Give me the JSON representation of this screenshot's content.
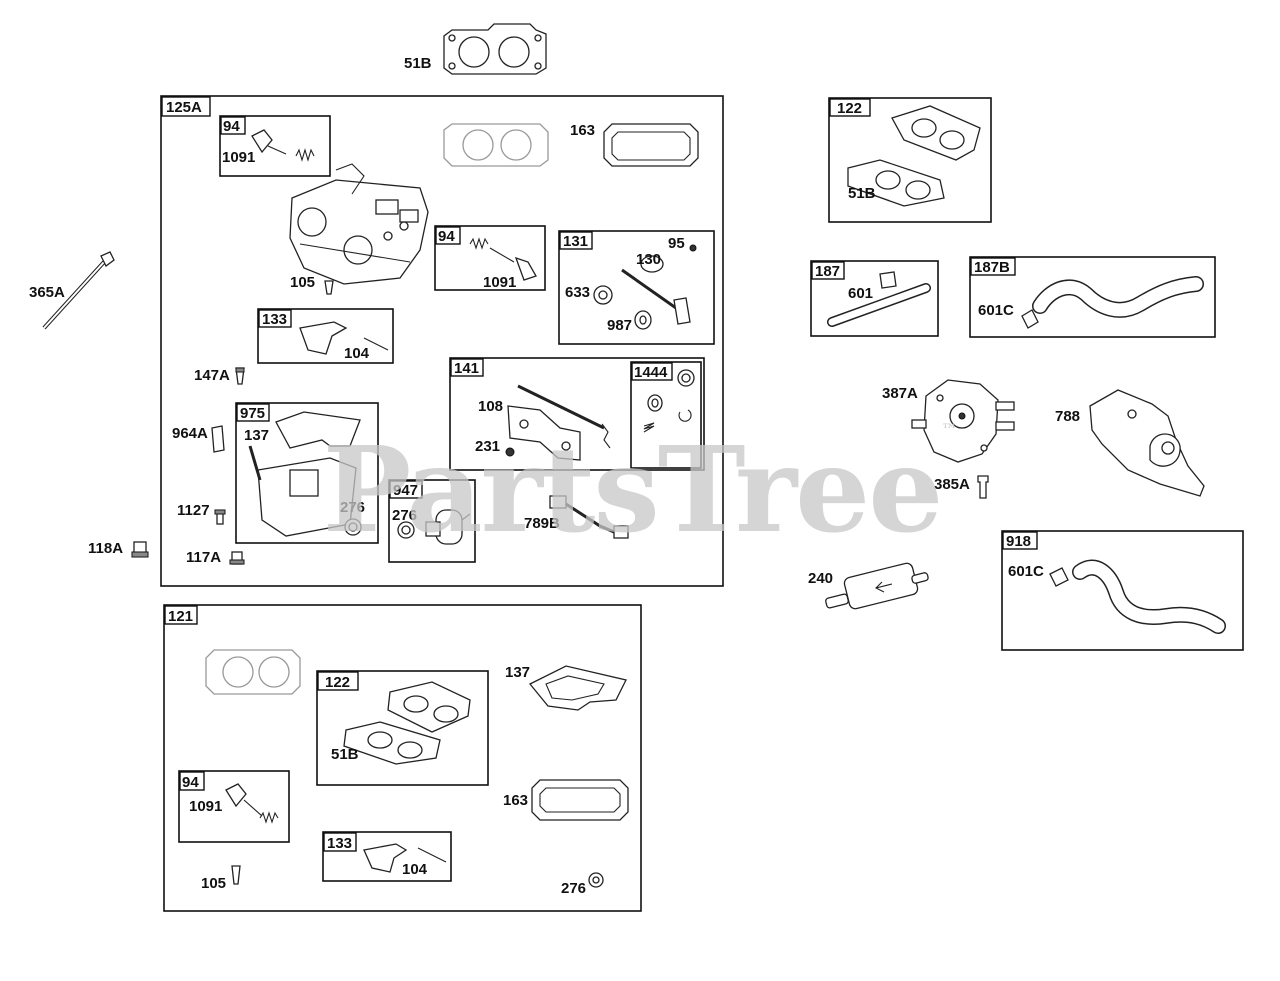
{
  "watermark": "PartsTree",
  "watermark_mark": "™",
  "groups": {
    "g125A": "125A",
    "g94a": "94",
    "g94b": "94",
    "g131": "131",
    "g133a": "133",
    "g141": "141",
    "g1444": "1444",
    "g975": "975",
    "g947": "947",
    "g122a": "122",
    "g187": "187",
    "g187B": "187B",
    "g918": "918",
    "g121": "121",
    "g122b": "122",
    "g94c": "94",
    "g133b": "133"
  },
  "labels": {
    "l51B_top": "51B",
    "l163_top": "163",
    "l1091_a": "1091",
    "l105_a": "105",
    "l1091_b": "1091",
    "l95": "95",
    "l130": "130",
    "l633": "633",
    "l987": "987",
    "l365A": "365A",
    "l104_a": "104",
    "l147A": "147A",
    "l108": "108",
    "l231": "231",
    "l964A": "964A",
    "l137_a": "137",
    "l276_a": "276",
    "l276_b": "276",
    "l1127": "1127",
    "l789B": "789B",
    "l118A": "118A",
    "l117A": "117A",
    "l51B_right": "51B",
    "l601": "601",
    "l601C_a": "601C",
    "l387A": "387A",
    "l788": "788",
    "l385A": "385A",
    "l240": "240",
    "l601C_b": "601C",
    "l137_b": "137",
    "l51B_bottom": "51B",
    "l1091_c": "1091",
    "l163_b": "163",
    "l105_b": "105",
    "l104_b": "104",
    "l276_c": "276"
  }
}
